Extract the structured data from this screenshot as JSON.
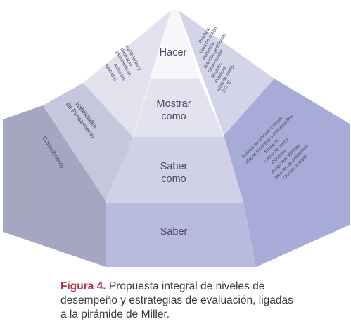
{
  "levels": {
    "hacer": "Hacer",
    "mostrar_1": "Mostrar",
    "mostrar_2": "como",
    "saber_como_1": "Saber",
    "saber_como_2": "como",
    "saber": "Saber"
  },
  "left_labels": {
    "outer": "Conocimiento",
    "middle_1": "Habilidades",
    "middle_2": "de Pensamiento",
    "inner_1": "Habilidades y",
    "inner_2": "destrezas",
    "inner_3": "psicomotoras",
    "inner_4": "Actitudes",
    "inner_5": "Aptitudes"
  },
  "right_top_list": [
    "Práctica",
    "Lista de cotejo",
    "Portafolio",
    "Solución problemas",
    "Observación",
    "Registro",
    "Rúbricas",
    "Lista de cotejo",
    "ECOE"
  ],
  "right_bottom_list": [
    "Análisis de artículo o casos",
    "Mapas mentales o conceptuales",
    "Ensayos",
    "Listas de cotejo",
    "Rúbricas",
    "Preguntas abiertas",
    "Solución de problemas",
    "Opción múltiple"
  ],
  "caption": {
    "figure_label": "Figura 4.",
    "line1": " Propuesta integral de niveles de",
    "line2": "desempeño y estrategias de evaluación, ligadas",
    "line3": "a la pirámide de Miller."
  },
  "colors": {
    "outer_left": "#a4a6c2",
    "middle_left": "#c6c7dc",
    "inner_left": "#e2e2ee",
    "right_top": "#d3d4e8",
    "right_bottom": "#a7abd8",
    "tier_hacer": "#f7f7fb",
    "tier_mostrar": "#e3e3f0",
    "tier_saber_como": "#d0d1e7",
    "tier_saber": "#b8bbdd",
    "caption_accent": "#b5314a"
  }
}
